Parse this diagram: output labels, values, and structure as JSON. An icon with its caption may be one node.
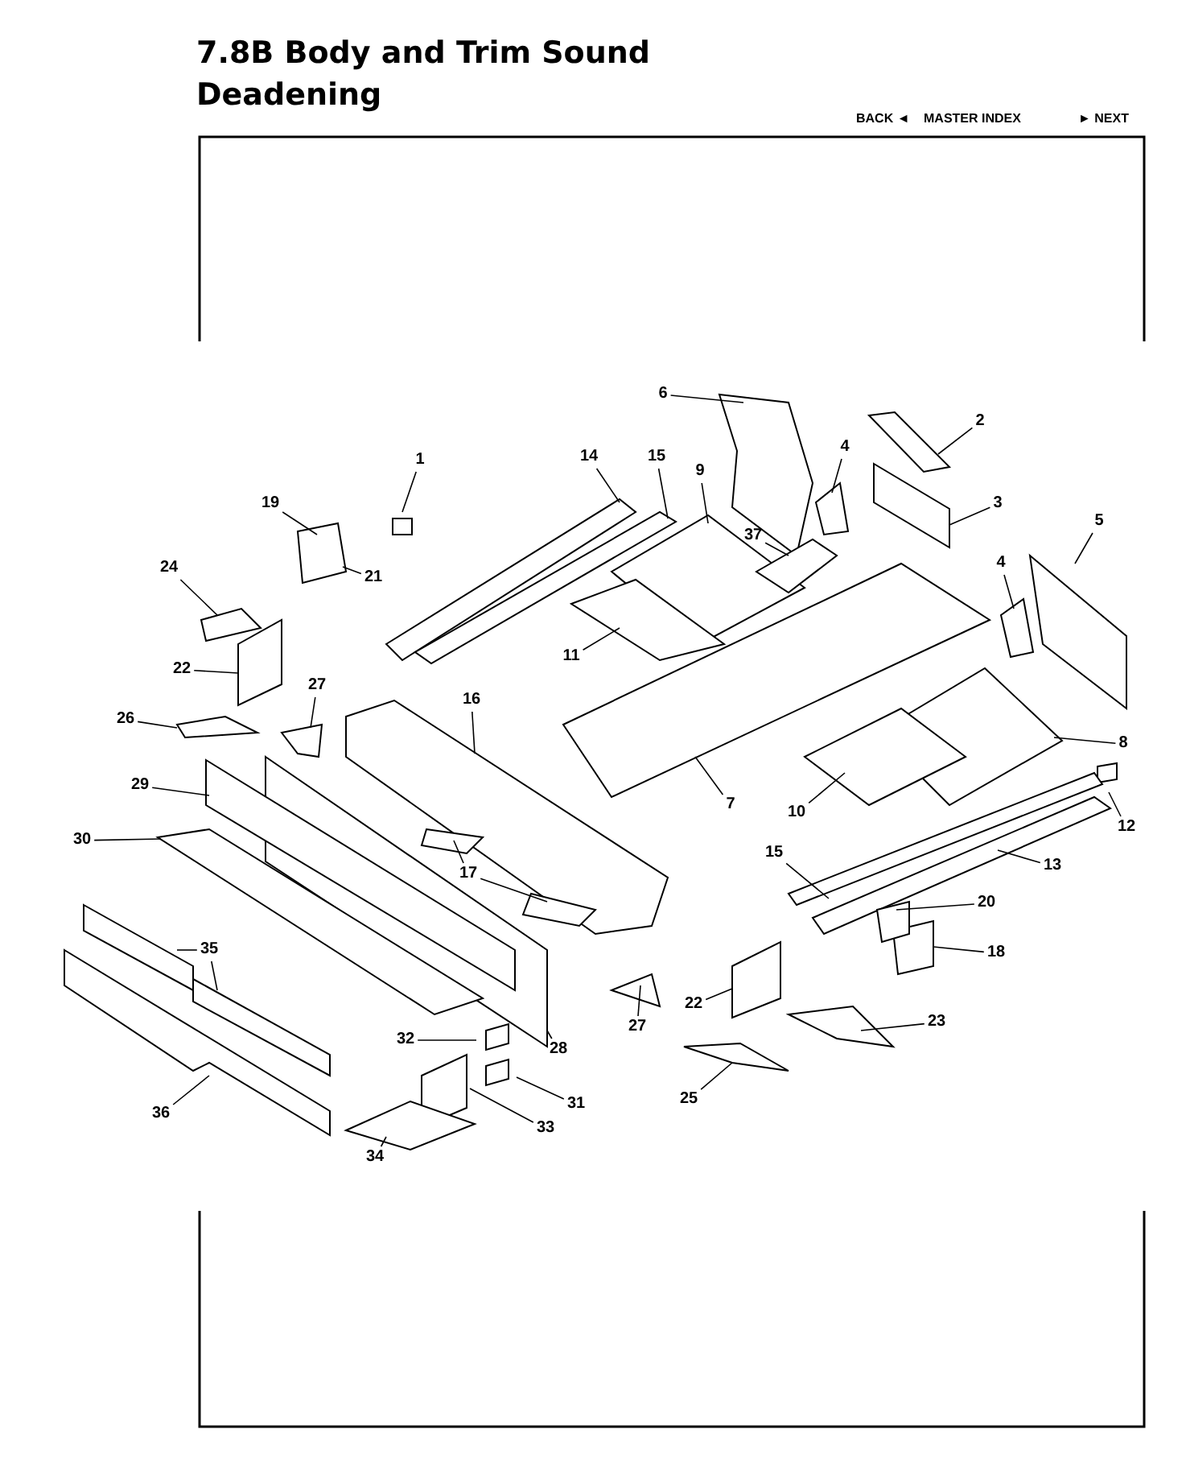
{
  "diagram": {
    "title": "7.8B Body and Trim Sound Deadening",
    "nodes": [
      {
        "text": [
          "1"
        ]
      },
      {
        "text": [
          "2"
        ]
      },
      {
        "text": [
          "3"
        ]
      },
      {
        "text": [
          "4"
        ]
      },
      {
        "text": [
          "4"
        ]
      },
      {
        "text": [
          "5"
        ]
      },
      {
        "text": [
          "6"
        ]
      },
      {
        "text": [
          "7"
        ]
      },
      {
        "text": [
          "8"
        ]
      },
      {
        "text": [
          "9"
        ]
      },
      {
        "text": [
          "10"
        ]
      },
      {
        "text": [
          "11"
        ]
      },
      {
        "text": [
          "12"
        ]
      },
      {
        "text": [
          "13"
        ]
      },
      {
        "text": [
          "14"
        ]
      },
      {
        "text": [
          "15"
        ]
      },
      {
        "text": [
          "15"
        ]
      },
      {
        "text": [
          "16"
        ]
      },
      {
        "text": [
          "17"
        ]
      },
      {
        "text": [
          "18"
        ]
      },
      {
        "text": [
          "19"
        ]
      },
      {
        "text": [
          "20"
        ]
      },
      {
        "text": [
          "21"
        ]
      },
      {
        "text": [
          "22"
        ]
      },
      {
        "text": [
          "22"
        ]
      },
      {
        "text": [
          "23"
        ]
      },
      {
        "text": [
          "24"
        ]
      },
      {
        "text": [
          "25"
        ]
      },
      {
        "text": [
          "26"
        ]
      },
      {
        "text": [
          "27"
        ]
      },
      {
        "text": [
          "27"
        ]
      },
      {
        "text": [
          "28"
        ]
      },
      {
        "text": [
          "29"
        ]
      },
      {
        "text": [
          "30"
        ]
      },
      {
        "text": [
          "31"
        ]
      },
      {
        "text": [
          "32"
        ]
      },
      {
        "text": [
          "33"
        ]
      },
      {
        "text": [
          "34"
        ]
      },
      {
        "text": [
          "35"
        ]
      },
      {
        "text": [
          "36"
        ]
      },
      {
        "text": [
          "37"
        ]
      }
    ],
    "edges": [
      {
        "from": 0,
        "to": null,
        "arrow": "none"
      },
      {
        "from": 1,
        "to": null,
        "arrow": "none"
      },
      {
        "from": 2,
        "to": null,
        "arrow": "none"
      },
      {
        "from": 3,
        "to": null,
        "arrow": "none"
      },
      {
        "from": 4,
        "to": null,
        "arrow": "none"
      },
      {
        "from": 5,
        "to": null,
        "arrow": "none"
      },
      {
        "from": 6,
        "to": null,
        "arrow": "none"
      },
      {
        "from": 7,
        "to": null,
        "arrow": "none"
      },
      {
        "from": 8,
        "to": null,
        "arrow": "none"
      },
      {
        "from": 9,
        "to": null,
        "arrow": "none"
      },
      {
        "from": 10,
        "to": null,
        "arrow": "none"
      },
      {
        "from": 11,
        "to": null,
        "arrow": "none"
      },
      {
        "from": 12,
        "to": null,
        "arrow": "none"
      },
      {
        "from": 13,
        "to": null,
        "arrow": "none"
      },
      {
        "from": 14,
        "to": null,
        "arrow": "none"
      },
      {
        "from": 15,
        "to": null,
        "arrow": "none"
      },
      {
        "from": 16,
        "to": null,
        "arrow": "none"
      },
      {
        "from": 17,
        "to": null,
        "arrow": "none"
      },
      {
        "from": 18,
        "to": null,
        "arrow": "none"
      },
      {
        "from": 18,
        "to": null,
        "arrow": "none"
      },
      {
        "from": 19,
        "to": null,
        "arrow": "none"
      },
      {
        "from": 20,
        "to": null,
        "arrow": "none"
      },
      {
        "from": 21,
        "to": null,
        "arrow": "none"
      },
      {
        "from": 22,
        "to": null,
        "arrow": "none"
      },
      {
        "from": 23,
        "to": null,
        "arrow": "none"
      },
      {
        "from": 24,
        "to": null,
        "arrow": "none"
      },
      {
        "from": 25,
        "to": null,
        "arrow": "none"
      },
      {
        "from": 26,
        "to": null,
        "arrow": "none"
      },
      {
        "from": 27,
        "to": null,
        "arrow": "none"
      },
      {
        "from": 28,
        "to": null,
        "arrow": "none"
      },
      {
        "from": 29,
        "to": null,
        "arrow": "none"
      },
      {
        "from": 30,
        "to": null,
        "arrow": "none"
      },
      {
        "from": 31,
        "to": null,
        "arrow": "none"
      },
      {
        "from": 32,
        "to": null,
        "arrow": "none"
      },
      {
        "from": 33,
        "to": null,
        "arrow": "none"
      },
      {
        "from": 34,
        "to": null,
        "arrow": "none"
      },
      {
        "from": 35,
        "to": null,
        "arrow": "none"
      },
      {
        "from": 36,
        "to": null,
        "arrow": "none"
      },
      {
        "from": 37,
        "to": null,
        "arrow": "none"
      },
      {
        "from": 38,
        "to": null,
        "arrow": "none"
      },
      {
        "from": 38,
        "to": null,
        "arrow": "none"
      },
      {
        "from": 39,
        "to": null,
        "arrow": "none"
      },
      {
        "from": 40,
        "to": null,
        "arrow": "none"
      }
    ],
    "labels": [
      "BACK ◄",
      "MASTER INDEX",
      "► NEXT"
    ]
  }
}
